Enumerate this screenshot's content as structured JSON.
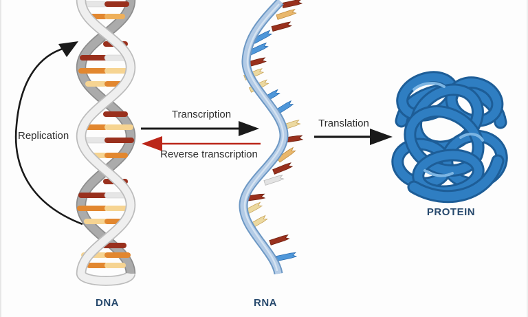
{
  "labels": {
    "replication": "Replication",
    "transcription": "Transcription",
    "reverse_transcription": "Reverse transcription",
    "translation": "Translation",
    "dna": "DNA",
    "rna": "RNA",
    "protein": "PROTEIN"
  },
  "colors": {
    "arrow_black": "#1a1a1a",
    "arrow_red": "#bb2619",
    "process_label": "#2d2d2d",
    "molecule_label": "#27496d",
    "base_dark_red": "#99301d",
    "base_orange": "#e2872f",
    "base_pale_yellow": "#f6d492",
    "base_silver": "#e6e6e6",
    "rna_ribbon": "#b3cbe6",
    "rna_ribbon_edge": "#6d98c4",
    "base_blue": "#4f97d9",
    "base_cream": "#ecd9a0",
    "protein_blue": "#2f7ec2",
    "protein_blue_dark": "#1d5d97"
  }
}
